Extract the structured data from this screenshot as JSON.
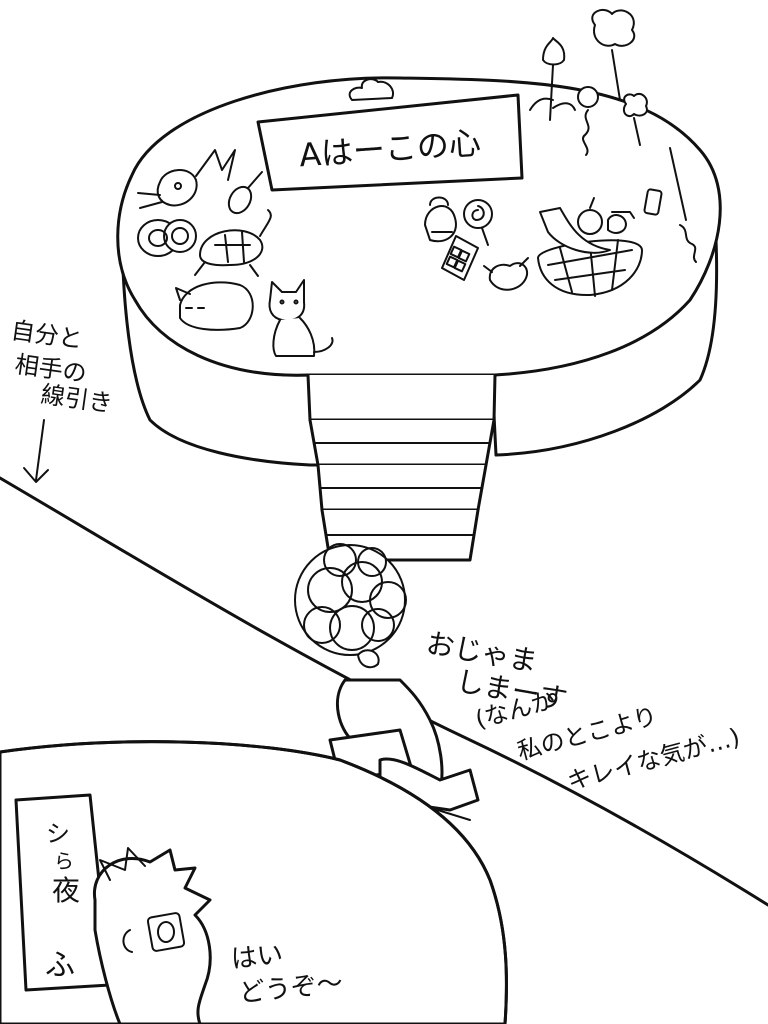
{
  "island_sign": "Aはーこの心",
  "side_note": [
    "自分と",
    "相手の",
    "線引き"
  ],
  "speech": {
    "entering": [
      "おじゃま",
      "しまーす"
    ],
    "aside": [
      "(なんか",
      "私のとこより",
      "キレイな気が…)"
    ],
    "welcome": [
      "はい",
      "どうぞ〜"
    ]
  },
  "bottom_sign": [
    "シ",
    "ら",
    "夜",
    "ふ"
  ]
}
